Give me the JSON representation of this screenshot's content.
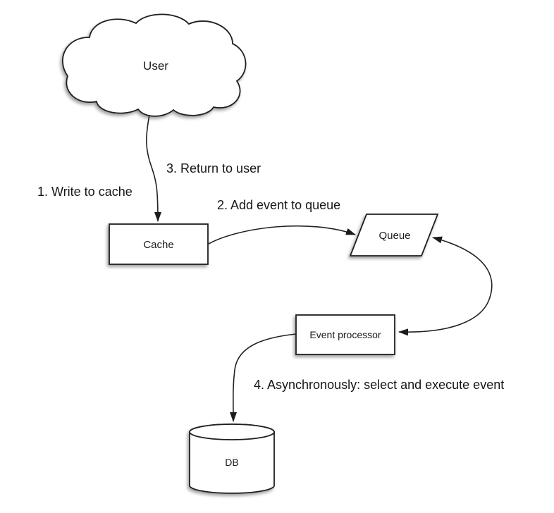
{
  "diagram": {
    "type": "flow-diagram",
    "background_color": "#ffffff",
    "stroke_color": "#1f1f1f",
    "text_color": "#1b1b1b",
    "nodes": {
      "user": {
        "label": "User",
        "shape": "cloud"
      },
      "cache": {
        "label": "Cache",
        "shape": "rectangle"
      },
      "queue": {
        "label": "Queue",
        "shape": "parallelogram"
      },
      "event_processor": {
        "label": "Event processor",
        "shape": "rectangle"
      },
      "db": {
        "label": "DB",
        "shape": "cylinder"
      }
    },
    "steps": {
      "s1": "1. Write to cache",
      "s2": "2. Add event to queue",
      "s3": "3. Return to user",
      "s4": "4. Asynchronously: select and execute event"
    },
    "edges": [
      {
        "from": "user",
        "to": "cache",
        "style": "curved",
        "arrow": "end"
      },
      {
        "from": "cache",
        "to": "queue",
        "style": "curved",
        "arrow": "end"
      },
      {
        "from": "queue",
        "to": "event_processor",
        "style": "curved",
        "arrow": "both"
      },
      {
        "from": "event_processor",
        "to": "db",
        "style": "curved",
        "arrow": "end"
      }
    ]
  }
}
